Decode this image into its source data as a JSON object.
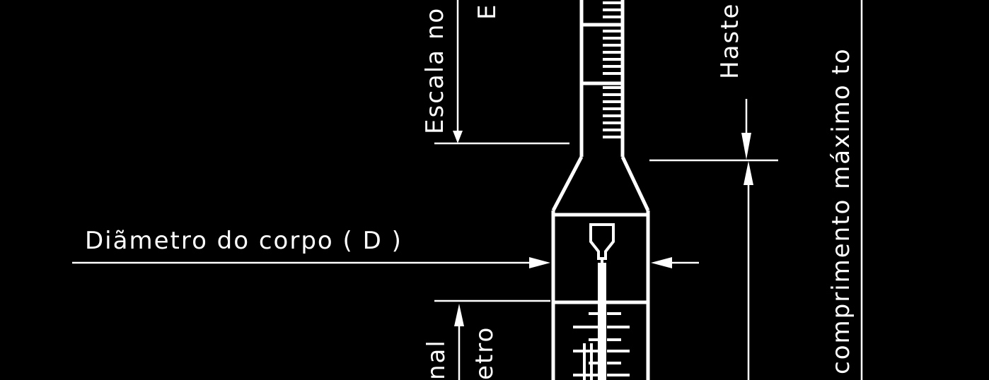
{
  "diagram": {
    "background": "#000000",
    "stroke": "#ffffff",
    "labels": {
      "body_diameter": "Diãmetro do corpo ( D )",
      "scale_nominal_top": "Escala no",
      "scale_top_E": "E",
      "stem": "Haste",
      "total_length": "comprimento máximo to",
      "nominal_bottom": "nal",
      "metro_bottom": "etro"
    }
  }
}
